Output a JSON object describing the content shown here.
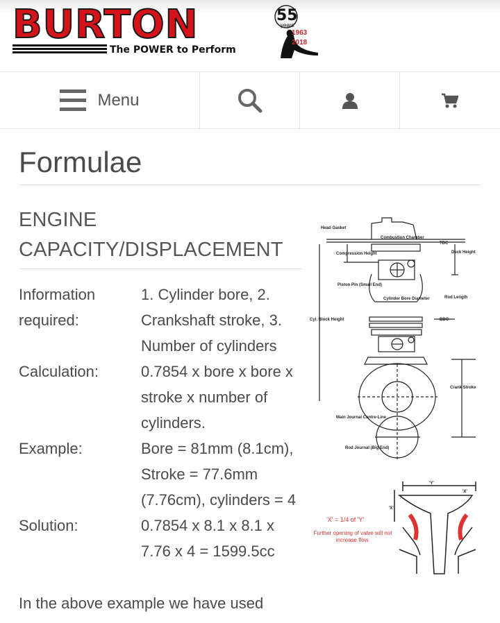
{
  "brand": {
    "name": "BURTON",
    "tagline": "The POWER to Perform",
    "anniversary_number": "55",
    "anniversary_years": "years",
    "anniversary_start": "1963",
    "anniversary_end": "2018",
    "accent_color": "#d4141a"
  },
  "nav": {
    "menu_label": "Menu",
    "menu_icon": "hamburger-icon",
    "search_icon": "search-icon",
    "user_icon": "user-icon",
    "cart_icon": "cart-icon"
  },
  "page": {
    "title": "Formulae"
  },
  "section": {
    "title": "ENGINE CAPACITY/DISPLACEMENT",
    "rows": [
      {
        "label": "Information required:",
        "value": "1. Cylinder bore, 2. Crankshaft stroke, 3. Number of cylinders"
      },
      {
        "label": "Calculation:",
        "value": "0.7854 x bore x bore x stroke x number of cylinders."
      },
      {
        "label": "Example:",
        "value": "Bore = 81mm (8.1cm), Stroke = 77.6mm (7.76cm), cylinders = 4"
      },
      {
        "label": "Solution:",
        "value": "0.7854 x 8.1 x 8.1 x 7.76 x 4 = 1599.5cc"
      }
    ],
    "note": "In the above example we have used"
  },
  "diagram": {
    "labels": {
      "head_gasket": "Head Gasket",
      "combustion_chamber": "Combustion Chamber",
      "tdc": "TDC",
      "compression_height": "Compression Height",
      "deck_height": "Deck Height",
      "piston_pin": "Piston Pin (Small End)",
      "cylinder_bore": "Cylinder Bore Diameter",
      "rod_length": "Rod Length",
      "cyl_block_height": "Cyl. Block Height",
      "bdc": "BDC",
      "crank_stroke": "Crank Stroke",
      "main_journal": "Main Journal Centre-Line",
      "rod_journal": "Rod Journal (Big End)"
    },
    "valve": {
      "y_label": "'Y'",
      "x_label": "'X'",
      "x_label_2": "'X'",
      "ratio": "'X' = 1/4 of 'Y'",
      "caption": "Further opening of valve will not increase flow."
    }
  }
}
